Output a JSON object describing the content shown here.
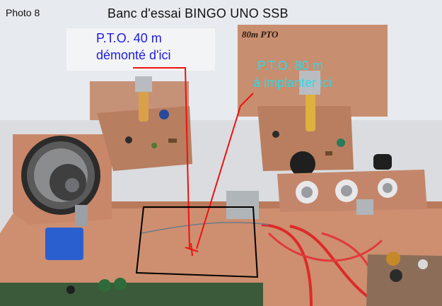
{
  "header": {
    "photo_label": "Photo 8",
    "title": "Banc d'essai BINGO UNO SSB"
  },
  "annotations": {
    "pto_40": {
      "line1": "P.T.O. 40 m",
      "line2": "démonté d'ici",
      "color": "#1d1de0"
    },
    "pto_80": {
      "line1": "P.T.O. 80 m",
      "line2": "à implanter ici",
      "color": "#33d6e6"
    }
  },
  "board_labels": {
    "card_80m": "80m PTO"
  },
  "colors": {
    "background": "#e9ebee",
    "copper": "#c98d6d",
    "annotation_line": "#ee1111",
    "frame": "#000000"
  }
}
